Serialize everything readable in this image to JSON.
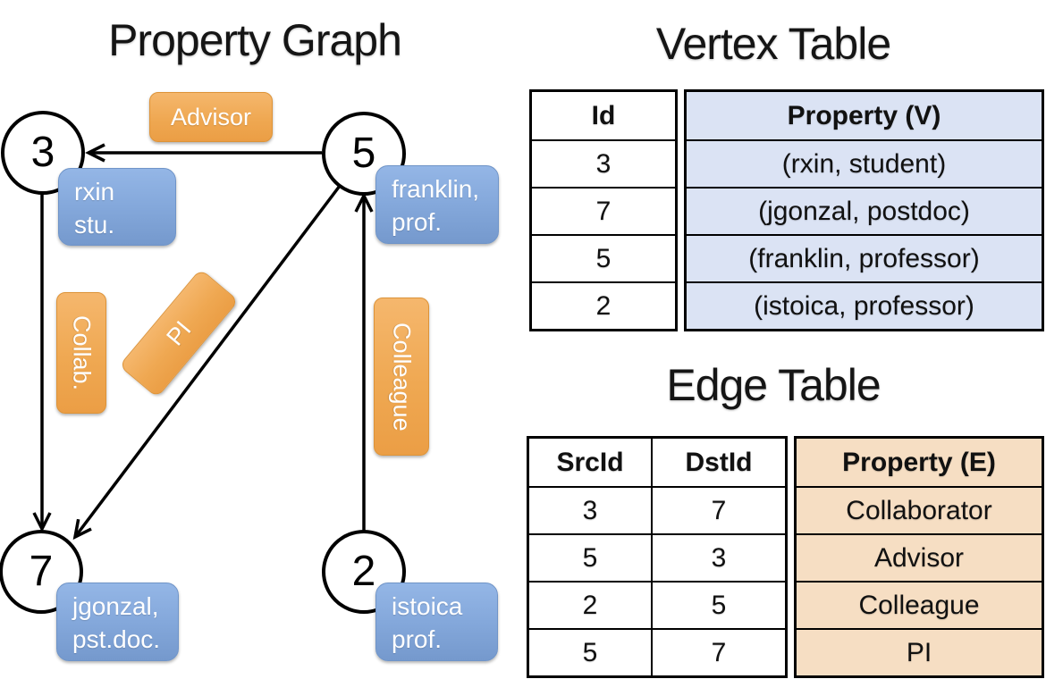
{
  "titles": {
    "graph": "Property Graph",
    "vertex": "Vertex Table",
    "edge": "Edge Table"
  },
  "colors": {
    "edge_label_orange": "#efa852",
    "vertex_box_blue": "#84a8db",
    "vertex_cell_bg": "#dbe3f4",
    "edge_cell_bg": "#f6dec3",
    "line_black": "#000000"
  },
  "graph": {
    "nodes": [
      {
        "id": "3",
        "prop_line1": "rxin",
        "prop_line2": "stu."
      },
      {
        "id": "5",
        "prop_line1": "franklin,",
        "prop_line2": "prof."
      },
      {
        "id": "7",
        "prop_line1": "jgonzal,",
        "prop_line2": "pst.doc."
      },
      {
        "id": "2",
        "prop_line1": "istoica",
        "prop_line2": "prof."
      }
    ],
    "edge_labels": {
      "advisor": "Advisor",
      "collab": "Collab.",
      "pi": "PI",
      "colleague": "Colleague"
    }
  },
  "vertex_table": {
    "headers": {
      "id": "Id",
      "property": "Property (V)"
    },
    "rows": [
      {
        "id": "3",
        "property": "(rxin, student)"
      },
      {
        "id": "7",
        "property": "(jgonzal, postdoc)"
      },
      {
        "id": "5",
        "property": "(franklin, professor)"
      },
      {
        "id": "2",
        "property": "(istoica, professor)"
      }
    ]
  },
  "edge_table": {
    "headers": {
      "src": "SrcId",
      "dst": "DstId",
      "property": "Property (E)"
    },
    "rows": [
      {
        "src": "3",
        "dst": "7",
        "property": "Collaborator"
      },
      {
        "src": "5",
        "dst": "3",
        "property": "Advisor"
      },
      {
        "src": "2",
        "dst": "5",
        "property": "Colleague"
      },
      {
        "src": "5",
        "dst": "7",
        "property": "PI"
      }
    ]
  }
}
